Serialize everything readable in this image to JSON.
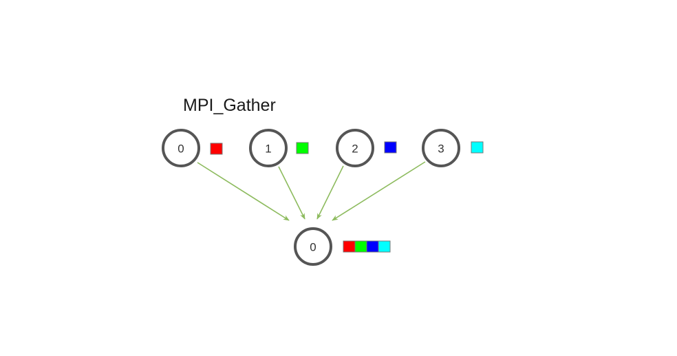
{
  "title": "MPI_Gather",
  "colors": {
    "node_border": "#555555",
    "arrow": "#8dbb5e",
    "red": "#ff0000",
    "green": "#00ff00",
    "blue": "#0000ff",
    "cyan": "#00ffff"
  },
  "senders": [
    {
      "rank": "0",
      "block_color": "#ff0000"
    },
    {
      "rank": "1",
      "block_color": "#00ff00"
    },
    {
      "rank": "2",
      "block_color": "#0000ff"
    },
    {
      "rank": "3",
      "block_color": "#00ffff"
    }
  ],
  "root": {
    "rank": "0",
    "gathered_colors": [
      "#ff0000",
      "#00ff00",
      "#0000ff",
      "#00ffff"
    ]
  }
}
